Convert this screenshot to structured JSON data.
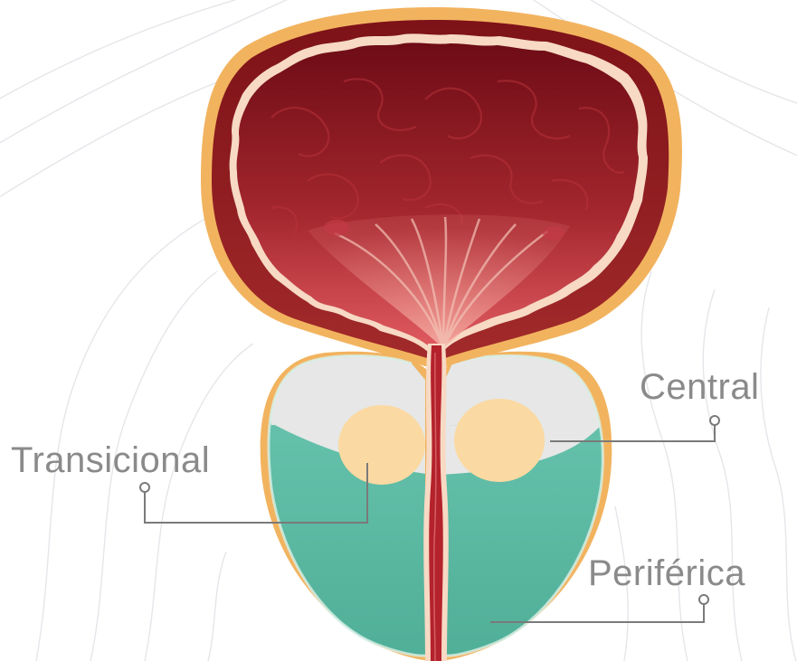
{
  "labels": {
    "central": "Central",
    "transitional": "Transicional",
    "peripheral": "Periférica"
  },
  "colors": {
    "bladder_dark": "#7a0f1a",
    "bladder_mid": "#a3262d",
    "bladder_light": "#d9555a",
    "bladder_wall": "#8c1a1e",
    "capsule": "#f2b35f",
    "lining": "#f7d9c4",
    "central_zone": "#e6e7e6",
    "transitional_zone": "#fbd9a2",
    "peripheral_zone": "#5bbfa6",
    "urethra": "#b4222c",
    "callout_line": "#7a7a7a",
    "label_text": "#8a8a8a",
    "background_lines": "#e4e6ea"
  }
}
